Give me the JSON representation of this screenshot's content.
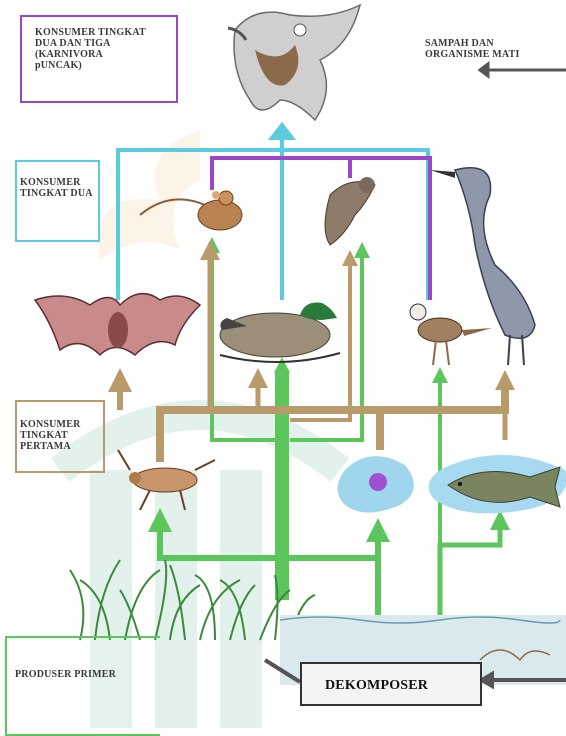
{
  "labels": {
    "top_consumer": "KONSUMER TINGKAT\nDUA DAN TIGA\n(KARNIVORA\npUNCAK)",
    "detritus": "SAMPAH DAN\nORGANISME MATI",
    "secondary": "KONSUMER\nTINGKAT DUA",
    "primary": "KONSUMER\nTINGKAT\nPERTAMA",
    "producer": "PRODUSER PRIMER",
    "decomposer": "DEKOMPOSER"
  },
  "organisms": [
    {
      "name": "eagle",
      "group": "top_consumer"
    },
    {
      "name": "mouse",
      "group": "secondary"
    },
    {
      "name": "sparrow",
      "group": "secondary"
    },
    {
      "name": "bat",
      "group": "secondary"
    },
    {
      "name": "mallard duck",
      "group": "secondary"
    },
    {
      "name": "killdeer",
      "group": "secondary"
    },
    {
      "name": "heron",
      "group": "top_consumer"
    },
    {
      "name": "grasshopper",
      "group": "primary"
    },
    {
      "name": "water mite",
      "group": "primary"
    },
    {
      "name": "bass fish",
      "group": "primary"
    },
    {
      "name": "marsh grass",
      "group": "producer"
    }
  ],
  "colors": {
    "top_consumer": "#9b45c8",
    "secondary": "#5ccbe0",
    "primary": "#b99a6a",
    "producer": "#5cc55c",
    "decomposer": "#333333"
  }
}
